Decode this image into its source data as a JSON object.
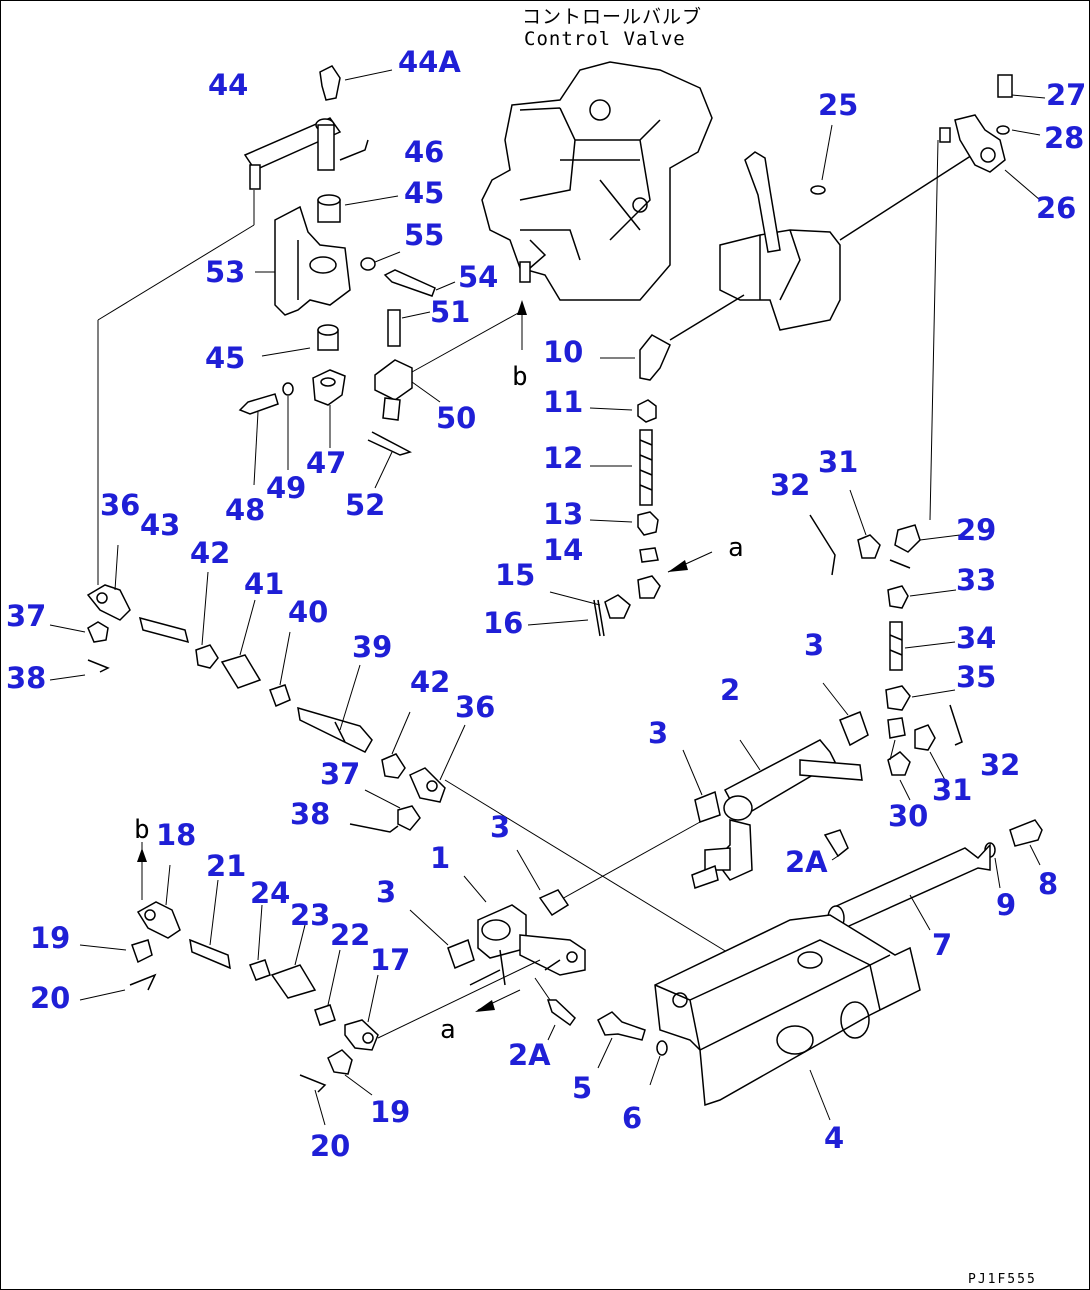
{
  "caption": {
    "japanese": "コントロールバルブ",
    "english": "Control Valve"
  },
  "drawing_code": "PJ1F555",
  "arrow_marks": [
    {
      "id": "a-valve",
      "text": "a"
    },
    {
      "id": "a-rod",
      "text": "a"
    },
    {
      "id": "b-valve",
      "text": "b"
    },
    {
      "id": "b-rod",
      "text": "b"
    }
  ],
  "part_labels": [
    {
      "id": "44A",
      "text": "44A"
    },
    {
      "id": "44",
      "text": "44"
    },
    {
      "id": "46",
      "text": "46"
    },
    {
      "id": "45a",
      "text": "45"
    },
    {
      "id": "55",
      "text": "55"
    },
    {
      "id": "53",
      "text": "53"
    },
    {
      "id": "54",
      "text": "54"
    },
    {
      "id": "51",
      "text": "51"
    },
    {
      "id": "45b",
      "text": "45"
    },
    {
      "id": "50",
      "text": "50"
    },
    {
      "id": "47",
      "text": "47"
    },
    {
      "id": "48",
      "text": "48"
    },
    {
      "id": "49",
      "text": "49"
    },
    {
      "id": "52",
      "text": "52"
    },
    {
      "id": "10",
      "text": "10"
    },
    {
      "id": "11",
      "text": "11"
    },
    {
      "id": "12",
      "text": "12"
    },
    {
      "id": "13",
      "text": "13"
    },
    {
      "id": "14",
      "text": "14"
    },
    {
      "id": "15",
      "text": "15"
    },
    {
      "id": "16",
      "text": "16"
    },
    {
      "id": "25",
      "text": "25"
    },
    {
      "id": "27",
      "text": "27"
    },
    {
      "id": "28",
      "text": "28"
    },
    {
      "id": "26",
      "text": "26"
    },
    {
      "id": "31a",
      "text": "31"
    },
    {
      "id": "32a",
      "text": "32"
    },
    {
      "id": "29",
      "text": "29"
    },
    {
      "id": "33",
      "text": "33"
    },
    {
      "id": "34",
      "text": "34"
    },
    {
      "id": "35",
      "text": "35"
    },
    {
      "id": "3a",
      "text": "3"
    },
    {
      "id": "2",
      "text": "2"
    },
    {
      "id": "3b",
      "text": "3"
    },
    {
      "id": "32b",
      "text": "32"
    },
    {
      "id": "31b",
      "text": "31"
    },
    {
      "id": "30",
      "text": "30"
    },
    {
      "id": "2Aa",
      "text": "2A"
    },
    {
      "id": "8",
      "text": "8"
    },
    {
      "id": "9",
      "text": "9"
    },
    {
      "id": "7",
      "text": "7"
    },
    {
      "id": "36a",
      "text": "36"
    },
    {
      "id": "43",
      "text": "43"
    },
    {
      "id": "42a",
      "text": "42"
    },
    {
      "id": "41",
      "text": "41"
    },
    {
      "id": "40",
      "text": "40"
    },
    {
      "id": "39",
      "text": "39"
    },
    {
      "id": "42b",
      "text": "42"
    },
    {
      "id": "36b",
      "text": "36"
    },
    {
      "id": "37a",
      "text": "37"
    },
    {
      "id": "38a",
      "text": "38"
    },
    {
      "id": "37b",
      "text": "37"
    },
    {
      "id": "38b",
      "text": "38"
    },
    {
      "id": "3c",
      "text": "3"
    },
    {
      "id": "1",
      "text": "1"
    },
    {
      "id": "3d",
      "text": "3"
    },
    {
      "id": "18",
      "text": "18"
    },
    {
      "id": "21",
      "text": "21"
    },
    {
      "id": "24",
      "text": "24"
    },
    {
      "id": "23",
      "text": "23"
    },
    {
      "id": "22",
      "text": "22"
    },
    {
      "id": "17",
      "text": "17"
    },
    {
      "id": "19a",
      "text": "19"
    },
    {
      "id": "20a",
      "text": "20"
    },
    {
      "id": "2Ab",
      "text": "2A"
    },
    {
      "id": "5",
      "text": "5"
    },
    {
      "id": "6",
      "text": "6"
    },
    {
      "id": "4",
      "text": "4"
    },
    {
      "id": "19b",
      "text": "19"
    },
    {
      "id": "20b",
      "text": "20"
    }
  ]
}
